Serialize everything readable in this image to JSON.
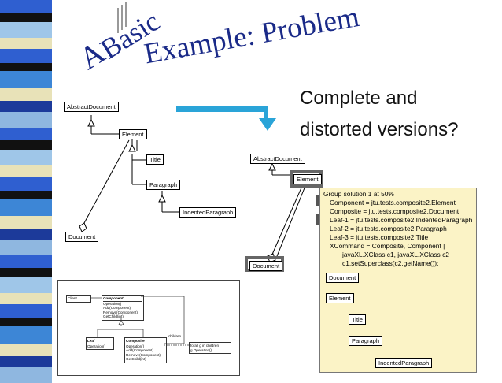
{
  "title": {
    "a": "A",
    "basic": "Basic",
    "example": "Example: Problem"
  },
  "question": {
    "line1": "Complete and",
    "line2": "distorted versions?"
  },
  "left_diagram": {
    "abstract_document": "AbstractDocument",
    "element": "Element",
    "title": "Title",
    "paragraph": "Paragraph",
    "indented_paragraph": "IndentedParagraph",
    "document": "Document"
  },
  "right_diagram": {
    "abstract_document": "AbstractDocument",
    "element": "Element",
    "document": "Document"
  },
  "note": {
    "header": "Group solution 1 at 50%",
    "lines": [
      "Component = jtu.tests.composite2.Element",
      "Composite = jtu.tests.composite2.Document",
      "Leaf-1 = jtu.tests.composite2.IndentedParagraph",
      "Leaf-2 = jtu.tests.composite2.Paragraph",
      "Leaf-3 = jtu.tests.composite2.Title",
      "XCommand = Composite, Component |",
      "javaXL.XClass c1, javaXL.XClass c2 |",
      "c1.setSuperclass(c2.getName());"
    ],
    "diagram": {
      "document": "Document",
      "element": "Element",
      "title": "Title",
      "paragraph": "Paragraph",
      "indented_paragraph": "IndentedParagraph"
    }
  },
  "class_diagram": {
    "client": "Client",
    "component": "Component",
    "component_ops": [
      "Operation()",
      "Add(Component)",
      "Remove(Component)",
      "GetChild(int)"
    ],
    "leaf": "Leaf",
    "leaf_ops": [
      "Operation()"
    ],
    "composite": "Composite",
    "composite_ops": [
      "Operation()",
      "Add(Component)",
      "Remove(Component)",
      "GetChild(int)"
    ],
    "children": "children",
    "note_text": [
      "forall g in children",
      "g.Operation();"
    ]
  },
  "colors": {
    "title": "#1a2a88",
    "arrow": "#2aa4d8",
    "note_bg": "#fbf3c6"
  }
}
